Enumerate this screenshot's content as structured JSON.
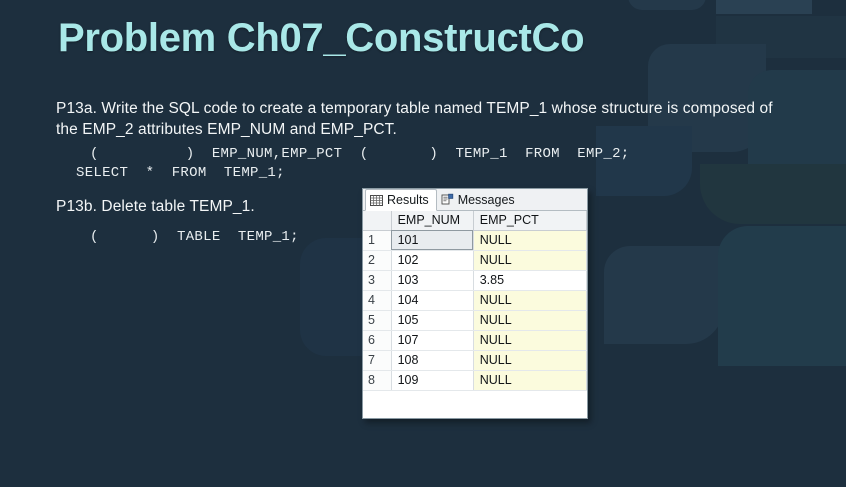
{
  "slide": {
    "title": "Problem Ch07_ConstructCo",
    "background_color": "#1d2f3e",
    "title_color": "#a9e8e8"
  },
  "content": {
    "p13a_text": "P13a. Write the SQL code to create a temporary table named TEMP_1 whose structure is composed of the EMP_2 attributes EMP_NUM and EMP_PCT.",
    "p13a_code_line1": "(          )  EMP_NUM,EMP_PCT  (       )  TEMP_1  FROM  EMP_2;",
    "p13a_code_line2": "SELECT  *  FROM  TEMP_1;",
    "p13b_text": "P13b. Delete table TEMP_1.",
    "p13b_code_line1": "(      )  TABLE  TEMP_1;"
  },
  "results_panel": {
    "tabs": [
      {
        "label": "Results",
        "icon": "grid-icon",
        "active": true
      },
      {
        "label": "Messages",
        "icon": "messages-icon",
        "active": false
      }
    ],
    "grid": {
      "row_header_label": "",
      "columns": [
        "EMP_NUM",
        "EMP_PCT"
      ],
      "rows": [
        {
          "n": "1",
          "EMP_NUM": "101",
          "EMP_PCT": "NULL",
          "emp_num_selected": true,
          "pct_is_null": true
        },
        {
          "n": "2",
          "EMP_NUM": "102",
          "EMP_PCT": "NULL",
          "emp_num_selected": false,
          "pct_is_null": true
        },
        {
          "n": "3",
          "EMP_NUM": "103",
          "EMP_PCT": "3.85",
          "emp_num_selected": false,
          "pct_is_null": false
        },
        {
          "n": "4",
          "EMP_NUM": "104",
          "EMP_PCT": "NULL",
          "emp_num_selected": false,
          "pct_is_null": true
        },
        {
          "n": "5",
          "EMP_NUM": "105",
          "EMP_PCT": "NULL",
          "emp_num_selected": false,
          "pct_is_null": true
        },
        {
          "n": "6",
          "EMP_NUM": "107",
          "EMP_PCT": "NULL",
          "emp_num_selected": false,
          "pct_is_null": true
        },
        {
          "n": "7",
          "EMP_NUM": "108",
          "EMP_PCT": "NULL",
          "emp_num_selected": false,
          "pct_is_null": true
        },
        {
          "n": "8",
          "EMP_NUM": "109",
          "EMP_PCT": "NULL",
          "emp_num_selected": false,
          "pct_is_null": true
        }
      ],
      "null_cell_color": "#fbfbdd",
      "selected_cell_color": "#e8ecef"
    }
  }
}
